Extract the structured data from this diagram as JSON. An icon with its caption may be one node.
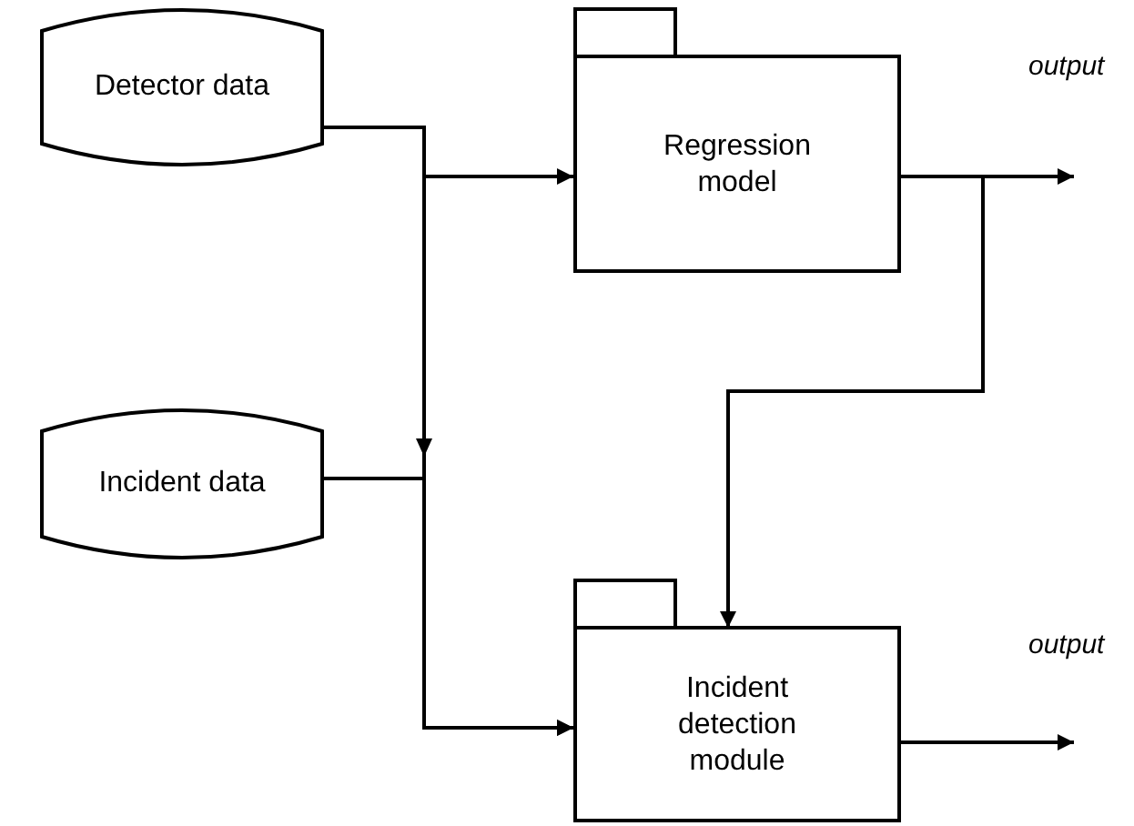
{
  "diagram": {
    "nodes": [
      {
        "text": [
          "Detector data"
        ]
      },
      {
        "text": [
          "Incident data"
        ]
      },
      {
        "text": [
          "Regression model"
        ]
      },
      {
        "text": [
          "Incident detection module"
        ]
      }
    ],
    "edges": [
      {
        "from": 0,
        "to": 2,
        "arrow": "to"
      },
      {
        "from": 0,
        "to": 3,
        "arrow": "to"
      },
      {
        "from": 1,
        "to": 3,
        "arrow": "to"
      },
      {
        "from": 2,
        "to": null,
        "arrow": "to",
        "label": "output"
      },
      {
        "from": 2,
        "to": 3,
        "arrow": "to"
      },
      {
        "from": 3,
        "to": null,
        "arrow": "to",
        "label": "output"
      }
    ]
  }
}
